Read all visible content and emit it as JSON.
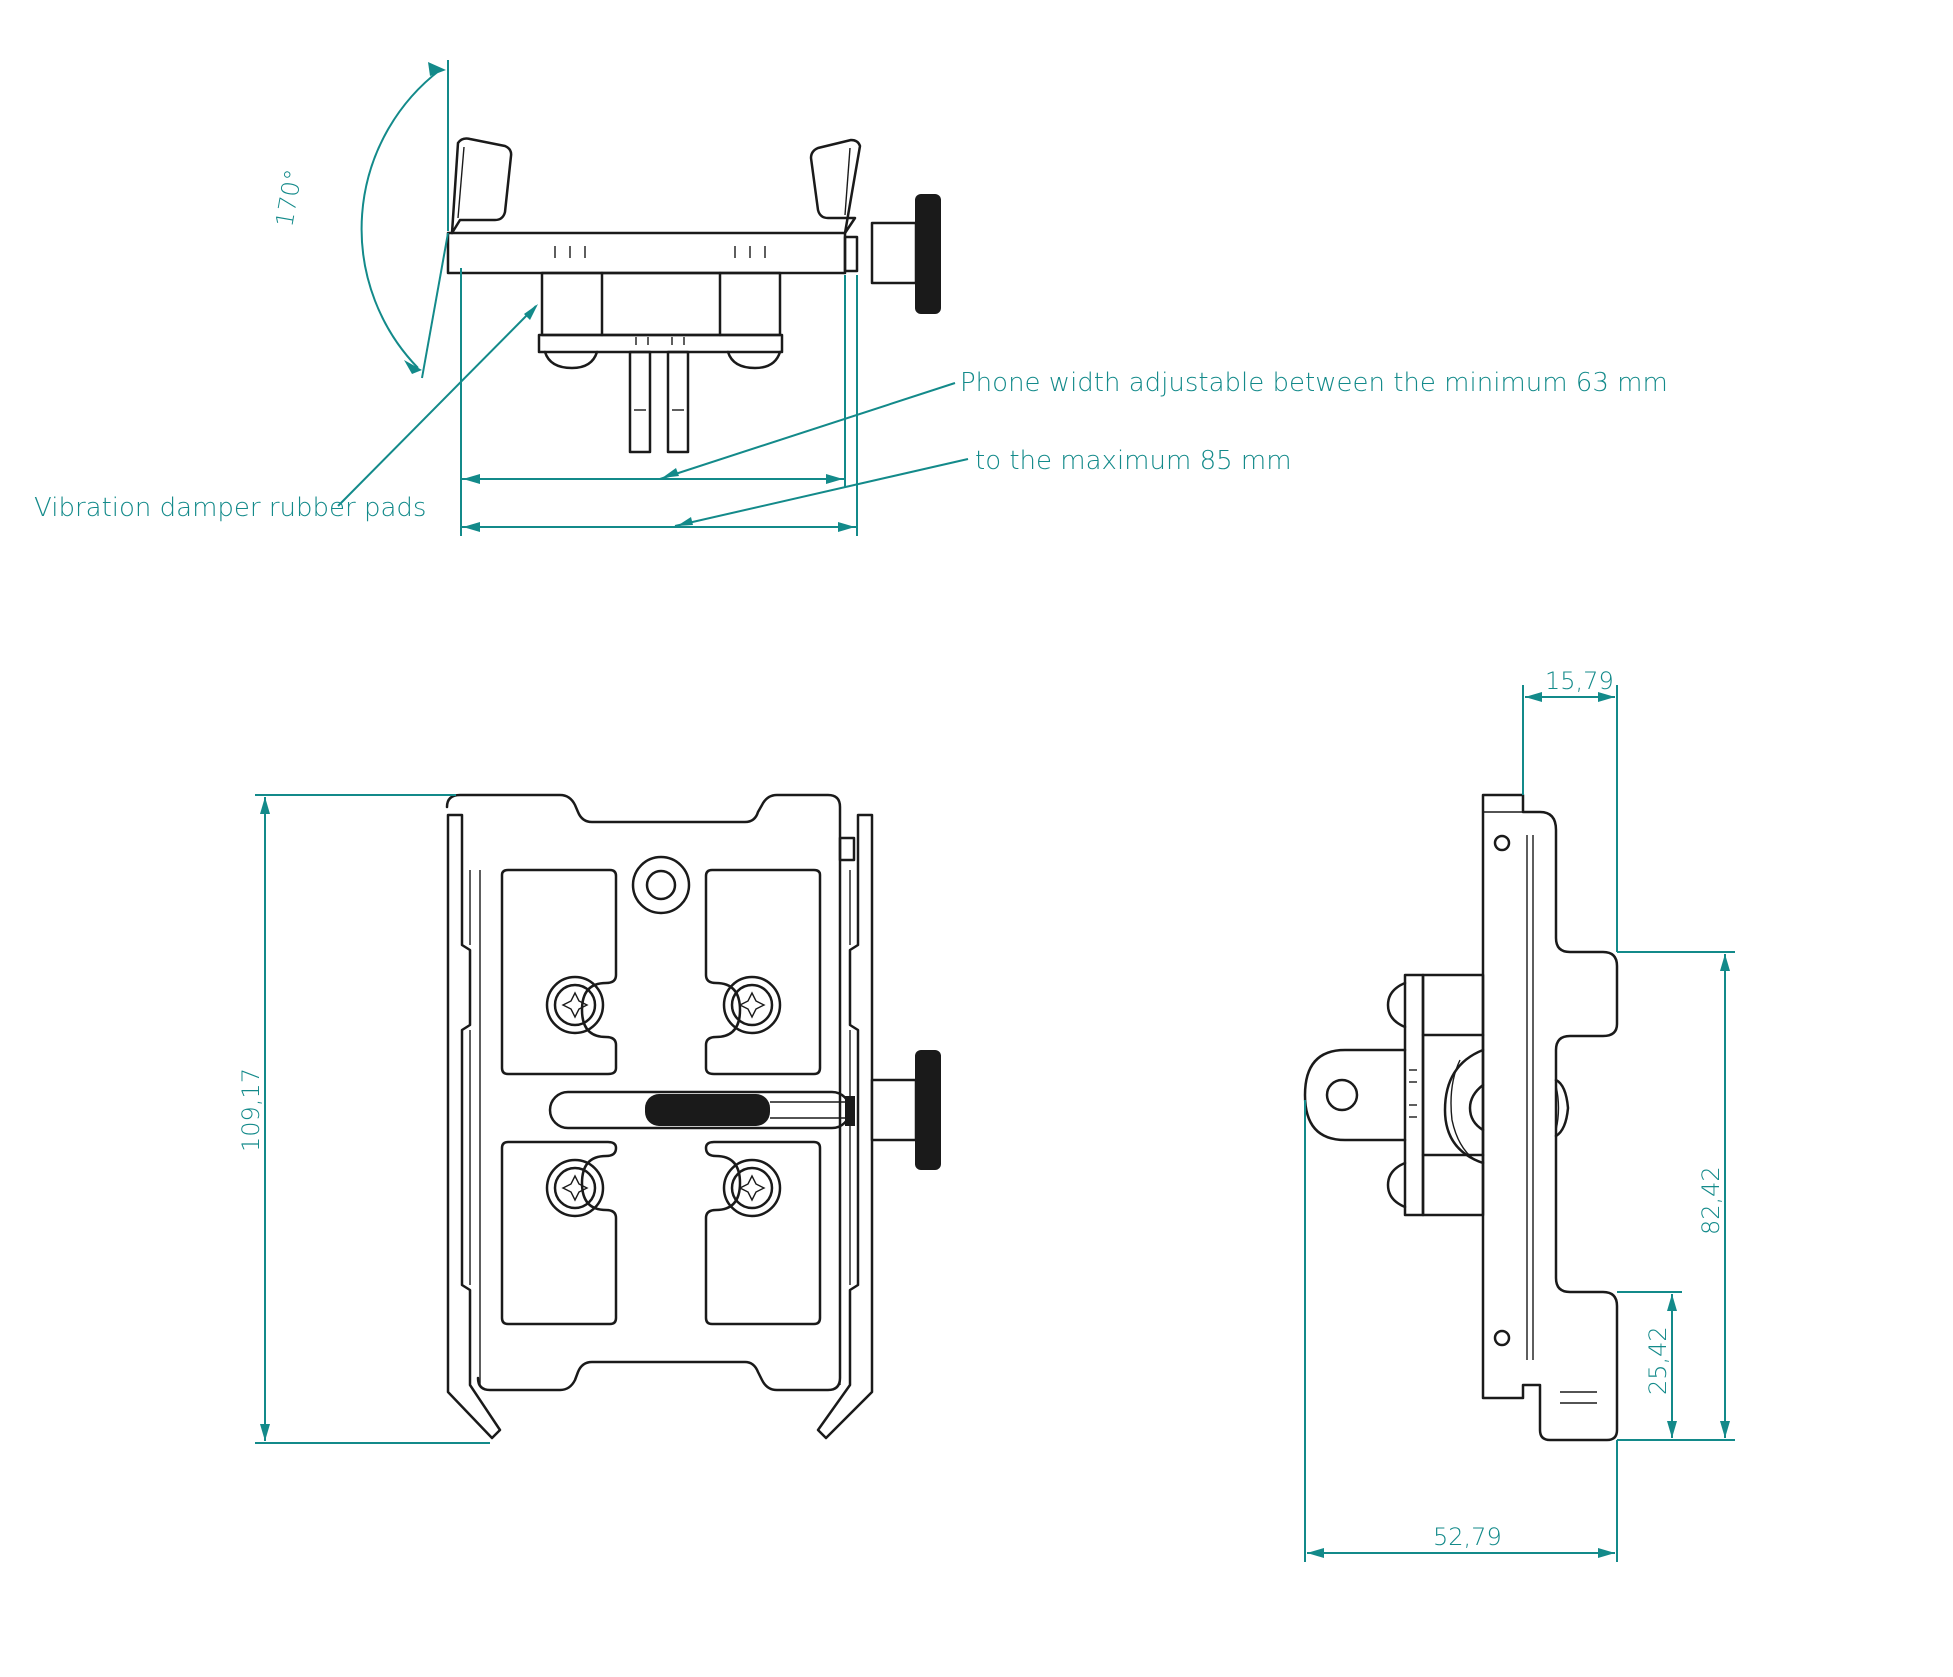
{
  "top_view": {
    "angle_label": "170°",
    "width_min_note": "Phone width adjustable between the minimum 63 mm",
    "width_max_note": "to the maximum 85 mm",
    "damper_note": "Vibration damper rubber pads"
  },
  "front_view": {
    "height_label": "109,17"
  },
  "side_view": {
    "top_offset_label": "15,79",
    "body_height_label": "82,42",
    "lower_height_label": "25,42",
    "depth_label": "52,79"
  },
  "colors": {
    "dimension": "#138a8a",
    "outline": "#1a1a1a"
  }
}
